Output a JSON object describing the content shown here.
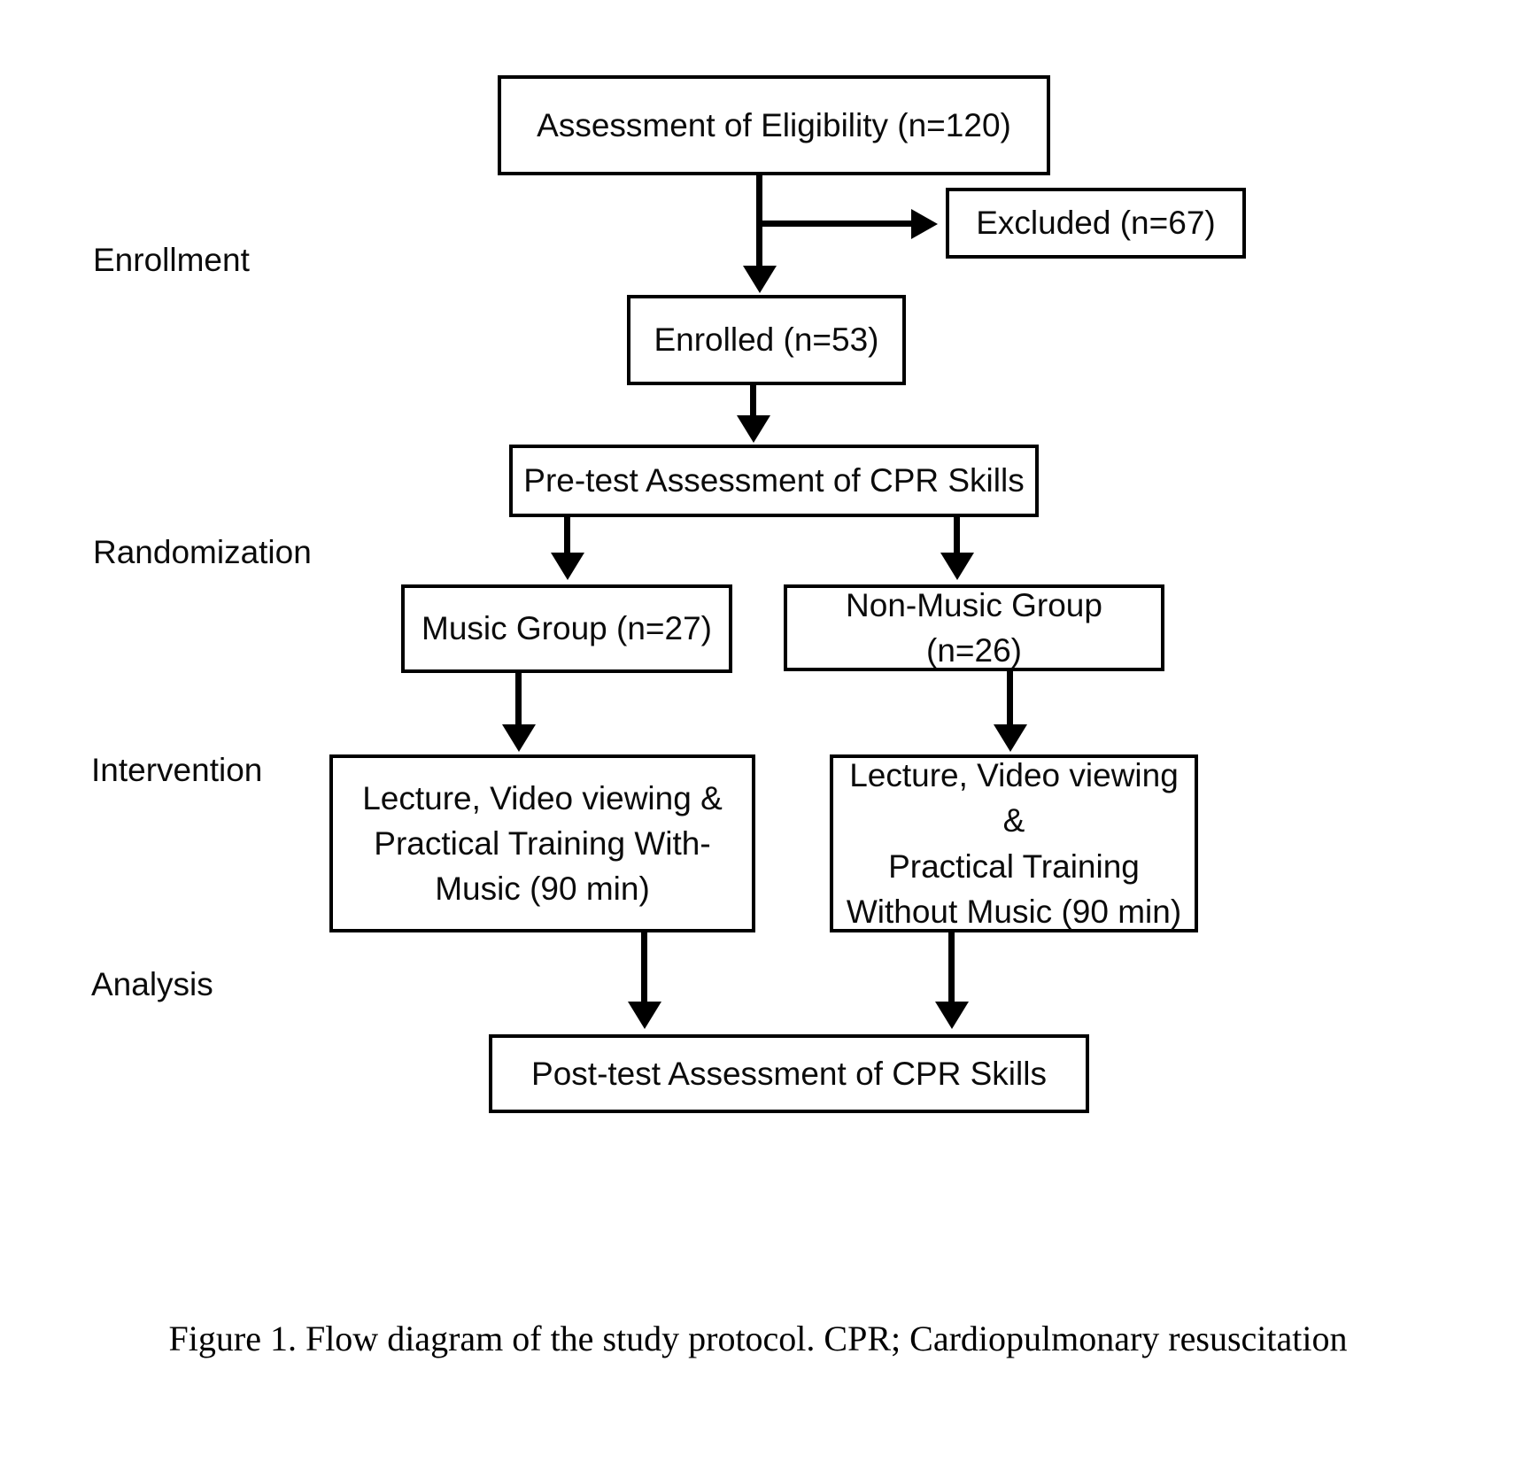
{
  "diagram": {
    "stages": [
      {
        "label": "Enrollment"
      },
      {
        "label": "Randomization"
      },
      {
        "label": "Intervention"
      },
      {
        "label": "Analysis"
      }
    ],
    "nodes": {
      "eligibility": "Assessment of Eligibility (n=120)",
      "excluded": "Excluded (n=67)",
      "enrolled": "Enrolled (n=53)",
      "pretest": "Pre-test Assessment of CPR Skills",
      "music_group": "Music Group (n=27)",
      "nonmusic_group": "Non-Music Group (n=26)",
      "music_intervention": "Lecture, Video viewing &\nPractical Training With-\nMusic (90 min)",
      "nonmusic_intervention": "Lecture, Video viewing &\nPractical Training\nWithout Music (90 min)",
      "posttest": "Post-test Assessment of CPR Skills"
    },
    "counts": {
      "assessed": 120,
      "excluded": 67,
      "enrolled": 53,
      "music_group": 27,
      "nonmusic_group": 26
    },
    "colors": {
      "line": "#000000",
      "box_border": "#000000",
      "background": "#ffffff",
      "text": "#0b0b0b"
    }
  },
  "caption": "Figure 1. Flow diagram of the study protocol. CPR; Cardiopulmonary resuscitation"
}
